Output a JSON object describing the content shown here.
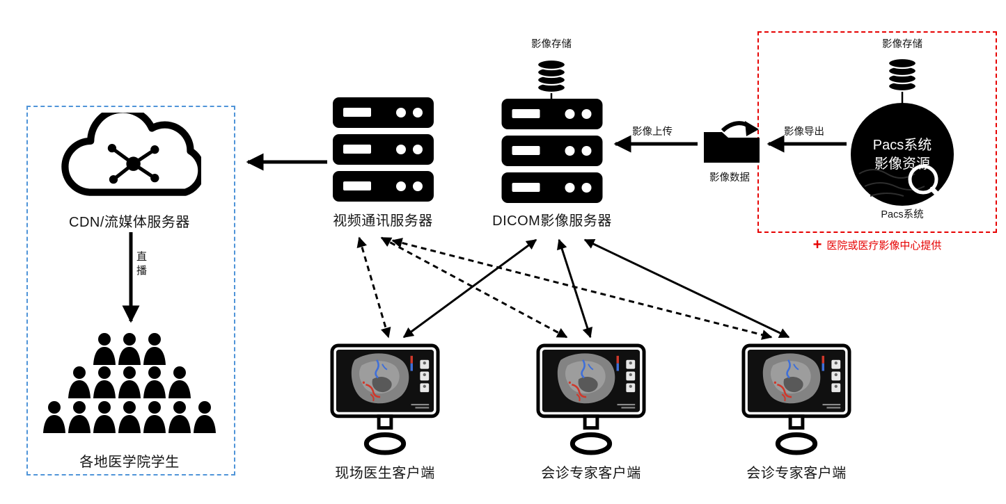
{
  "colors": {
    "black": "#000000",
    "hospital_box_red": "#e60000",
    "students_box_blue": "#4f94d8"
  },
  "icons": {
    "storage": "database-icon",
    "video_server": "server-rack-icon",
    "dicom_server": "server-rack-icon",
    "image_folder": "folder-import-icon",
    "cdn": "cloud-network-icon",
    "students": "person-icon",
    "clients": "monitor-ultrasound-icon",
    "pacs": "pacs-sphere-magnifier-icon",
    "provider_marker": "plus-icon"
  },
  "nodes": {
    "dicom_storage": {
      "label": "影像存储"
    },
    "pacs_storage": {
      "label": "影像存储"
    },
    "video_server": {
      "label": "视频通讯服务器"
    },
    "dicom_server": {
      "label": "DICOM影像服务器"
    },
    "cdn": {
      "label": "CDN/流媒体服务器"
    },
    "students": {
      "label": "各地医学院学生"
    },
    "client_onsite": {
      "label": "现场医生客户端"
    },
    "client_expert_1": {
      "label": "会诊专家客户端"
    },
    "client_expert_2": {
      "label": "会诊专家客户端"
    },
    "image_folder": {
      "label": "影像数据"
    },
    "pacs_circle": {
      "line1": "Pacs系统",
      "line2": "影像资源"
    },
    "pacs_system": {
      "label": "Pacs系统"
    }
  },
  "edges": {
    "image_upload": {
      "label": "影像上传"
    },
    "image_export": {
      "label": "影像导出"
    },
    "live_stream": {
      "label": "直播"
    }
  },
  "annotations": {
    "provider": {
      "plus": "+",
      "label": "医院或医疗影像中心提供"
    }
  }
}
